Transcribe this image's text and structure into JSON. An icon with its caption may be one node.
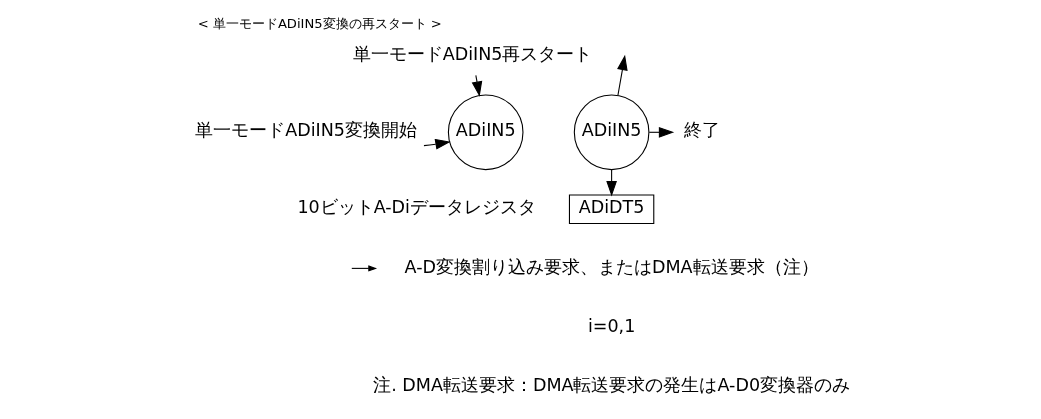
{
  "diagram": {
    "title": "< 単一モードADiIN5変換の再スタート >",
    "nodes": [
      {
        "text": [
          "単一モードADiIN5再スタート"
        ]
      },
      {
        "text": [
          "単一モードADiIN5変換開始"
        ]
      },
      {
        "text": [
          "ADiIN5"
        ]
      },
      {
        "text": [
          "ADiIN5"
        ]
      },
      {
        "text": [
          "終了"
        ]
      },
      {
        "text": [
          "ADiDT5"
        ],
        "beside": [
          "10ビットA-Diデータレジスタ"
        ]
      }
    ],
    "edges": [
      {
        "from": 0,
        "to": 2,
        "arrow": "to"
      },
      {
        "from": 1,
        "to": 2,
        "arrow": "to"
      },
      {
        "from": 3,
        "to": null,
        "arrow": "to"
      },
      {
        "from": 3,
        "to": 4,
        "arrow": "to"
      },
      {
        "from": 3,
        "to": 5,
        "arrow": "to"
      }
    ],
    "labels": [
      "i=0,1",
      "注. DMA転送要求：DMA転送要求の発生はA-D0変換器のみ"
    ],
    "legend": [
      {
        "text": "A-D変換割り込み要求、またはDMA転送要求（注）"
      }
    ]
  }
}
